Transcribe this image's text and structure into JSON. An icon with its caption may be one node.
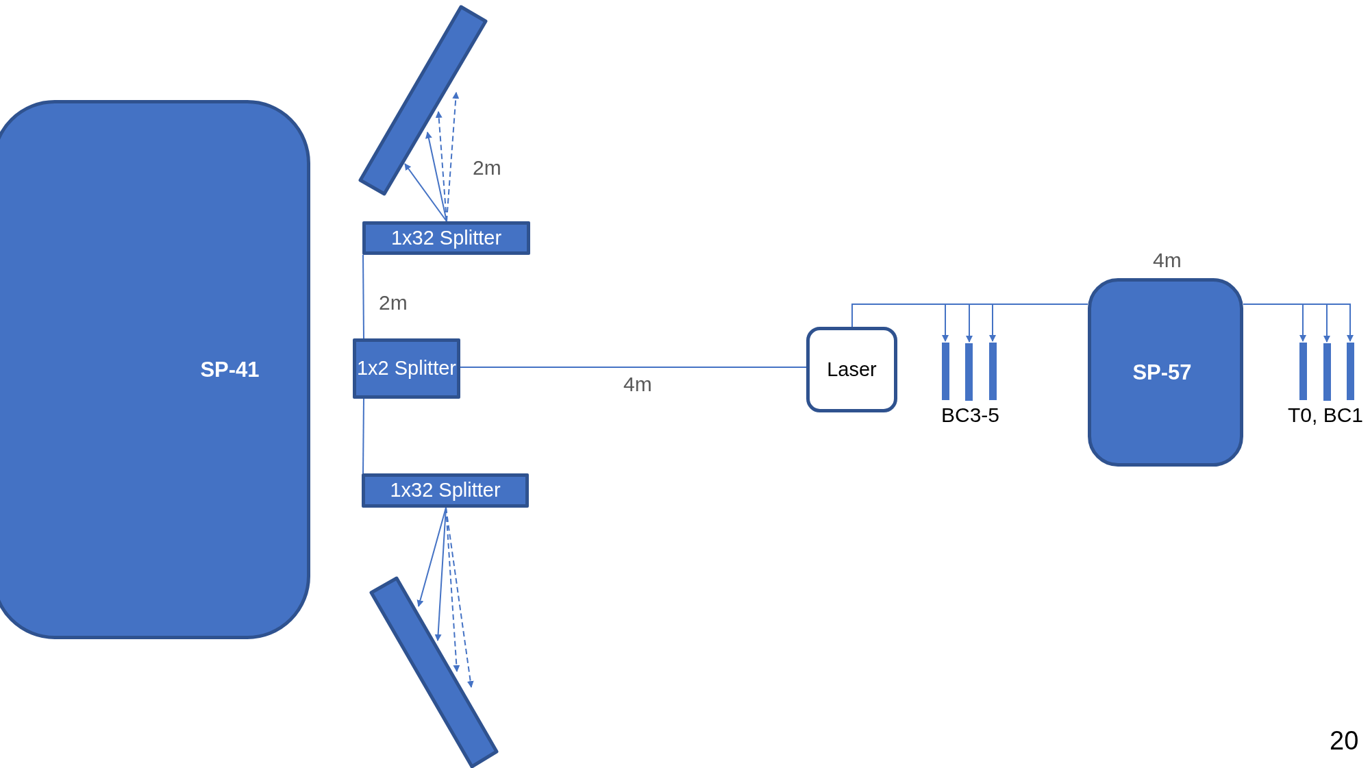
{
  "diagram": {
    "nodes": [
      {
        "text": [
          "SP-41"
        ]
      },
      {
        "text": [],
        "shape": "bar"
      },
      {
        "text": [
          "1x32 Splitter"
        ]
      },
      {
        "text": [
          "1x2 Splitter"
        ]
      },
      {
        "text": [
          "1x32 Splitter"
        ]
      },
      {
        "text": [],
        "shape": "bar"
      },
      {
        "text": [
          "Laser"
        ]
      },
      {
        "text": [
          "SP-57"
        ]
      },
      {
        "text": [],
        "shape": "bar"
      },
      {
        "text": [],
        "shape": "bar"
      },
      {
        "text": [],
        "shape": "bar"
      },
      {
        "text": [],
        "shape": "bar"
      },
      {
        "text": [],
        "shape": "bar"
      },
      {
        "text": [],
        "shape": "bar"
      }
    ],
    "edges": [
      {
        "from": 2,
        "to": 1,
        "arrow": "to"
      },
      {
        "from": 2,
        "to": 1,
        "arrow": "to"
      },
      {
        "from": 2,
        "to": 1,
        "arrow": "to",
        "style": "dashed"
      },
      {
        "from": 2,
        "to": 1,
        "arrow": "to",
        "style": "dashed"
      },
      {
        "from": 3,
        "to": 2,
        "arrow": "none"
      },
      {
        "from": 3,
        "to": 4,
        "arrow": "none"
      },
      {
        "from": 4,
        "to": 5,
        "arrow": "to"
      },
      {
        "from": 4,
        "to": 5,
        "arrow": "to"
      },
      {
        "from": 4,
        "to": 5,
        "arrow": "to",
        "style": "dashed"
      },
      {
        "from": 4,
        "to": 5,
        "arrow": "to",
        "style": "dashed"
      },
      {
        "from": 3,
        "to": 6,
        "arrow": "none"
      },
      {
        "from": 6,
        "to": 8,
        "arrow": "to"
      },
      {
        "from": 6,
        "to": 9,
        "arrow": "to"
      },
      {
        "from": 6,
        "to": 10,
        "arrow": "to"
      },
      {
        "from": 6,
        "to": 7,
        "arrow": "none"
      },
      {
        "from": 7,
        "to": 11,
        "arrow": "to"
      },
      {
        "from": 7,
        "to": 12,
        "arrow": "to"
      },
      {
        "from": 7,
        "to": 13,
        "arrow": "to"
      }
    ],
    "labels": [
      "2m",
      "2m",
      "4m",
      "4m",
      "BC3-5",
      "T0, BC1",
      "20"
    ]
  }
}
